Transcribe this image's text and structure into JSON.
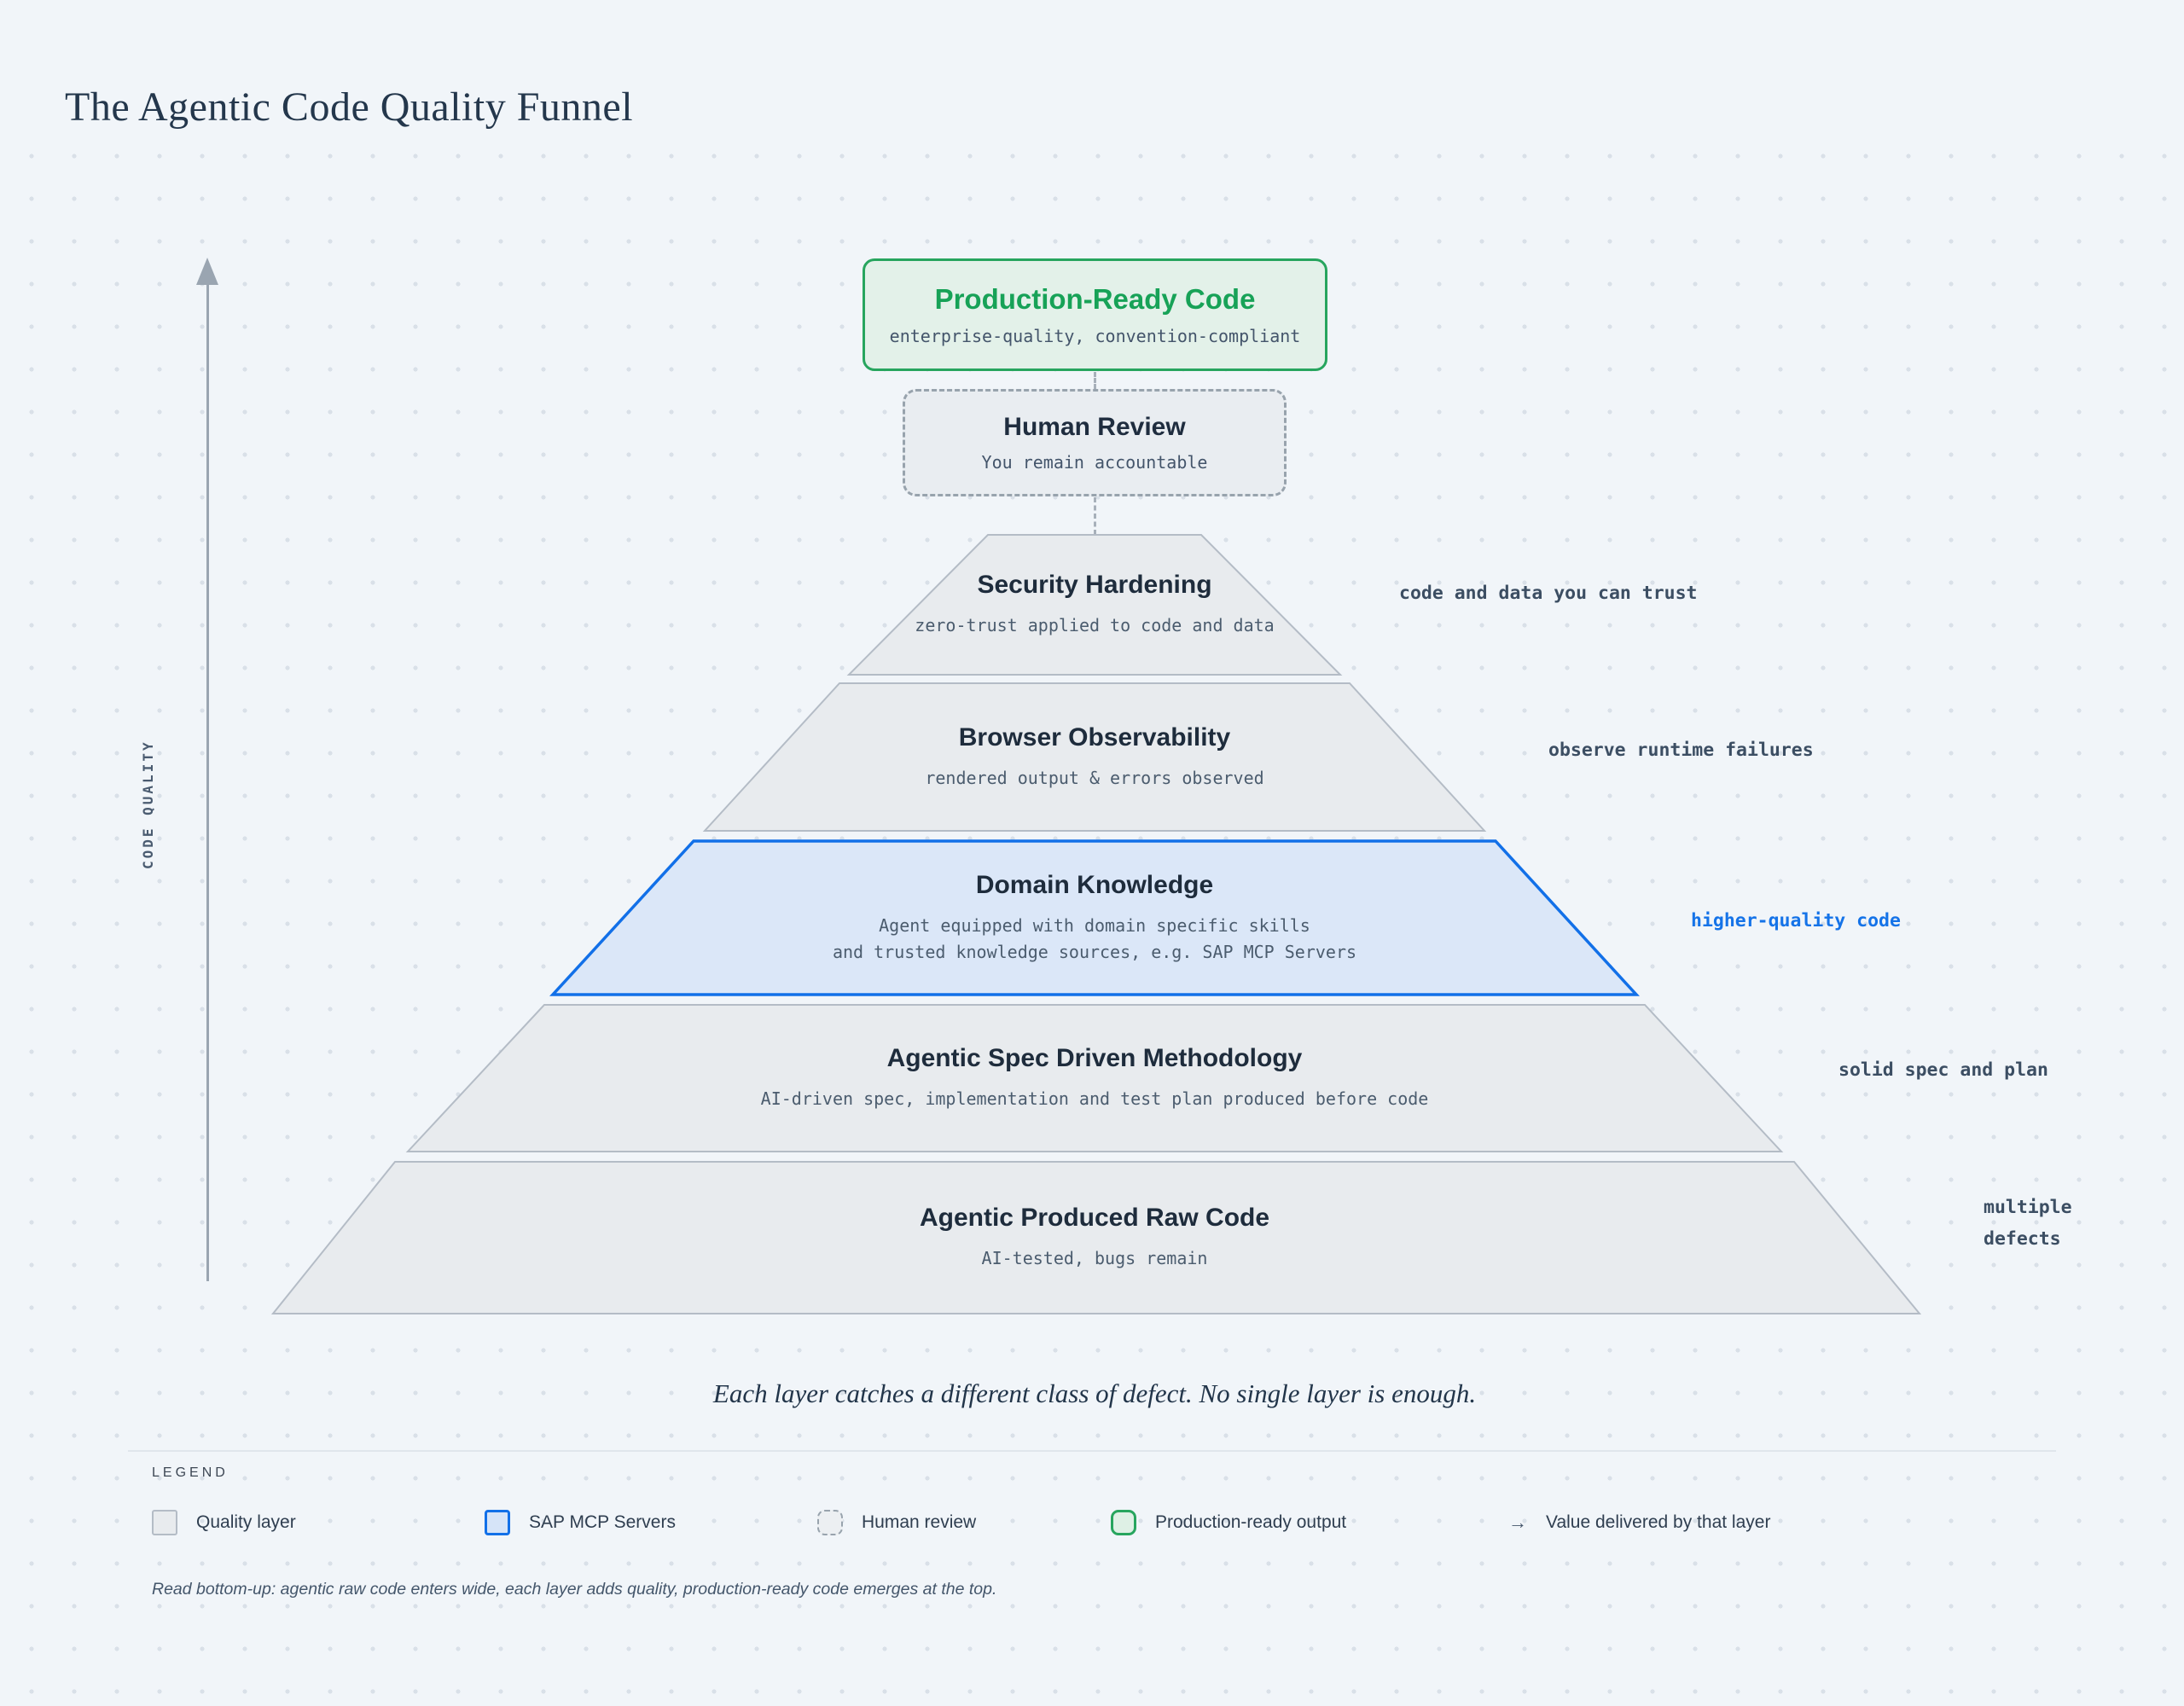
{
  "page": {
    "title": "The Agentic Code Quality Funnel",
    "caption": "Each layer catches a different class of defect. No single layer is enough.",
    "footnote": "Read bottom-up: agentic raw code enters wide, each layer adds quality, production-ready code emerges at the top."
  },
  "axis": {
    "label": "CODE QUALITY"
  },
  "output_box": {
    "title": "Production-Ready Code",
    "subtitle": "enterprise-quality, convention-compliant"
  },
  "review_box": {
    "title": "Human Review",
    "subtitle": "You remain accountable"
  },
  "layers": [
    {
      "title": "Security Hardening",
      "subtitle": "zero-trust applied to code and data",
      "value": "code and data you can trust",
      "type": "quality"
    },
    {
      "title": "Browser Observability",
      "subtitle": "rendered output & errors observed",
      "value": "observe runtime failures",
      "type": "quality"
    },
    {
      "title": "Domain Knowledge",
      "subtitle": "Agent equipped with domain specific skills\nand trusted knowledge sources, e.g. SAP MCP Servers",
      "value": "higher-quality code",
      "type": "sap"
    },
    {
      "title": "Agentic Spec Driven Methodology",
      "subtitle": "AI-driven spec, implementation and test plan produced before code",
      "value": "solid spec and plan",
      "type": "quality"
    },
    {
      "title": "Agentic Produced Raw Code",
      "subtitle": "AI-tested, bugs remain",
      "value": "multiple defects",
      "type": "quality"
    }
  ],
  "legend": {
    "heading": "LEGEND",
    "arrow_glyph": "→",
    "items": [
      {
        "label": "Quality layer",
        "swatch": "quality"
      },
      {
        "label": "SAP MCP Servers",
        "swatch": "sap"
      },
      {
        "label": "Human review",
        "swatch": "human"
      },
      {
        "label": "Production-ready output",
        "swatch": "production"
      },
      {
        "label": "Value delivered by that layer",
        "swatch": "arrow"
      }
    ]
  },
  "colors": {
    "background": "#f1f5f9",
    "quality_fill": "#e8ebee",
    "quality_stroke": "#b4bcc6",
    "sap_fill": "#dbe7f8",
    "sap_accent": "#1270e8",
    "production_fill": "#e3f1e9",
    "production_accent": "#27a55e",
    "heading_text": "#1e2c3c",
    "mono_text": "#4b5c6e"
  }
}
